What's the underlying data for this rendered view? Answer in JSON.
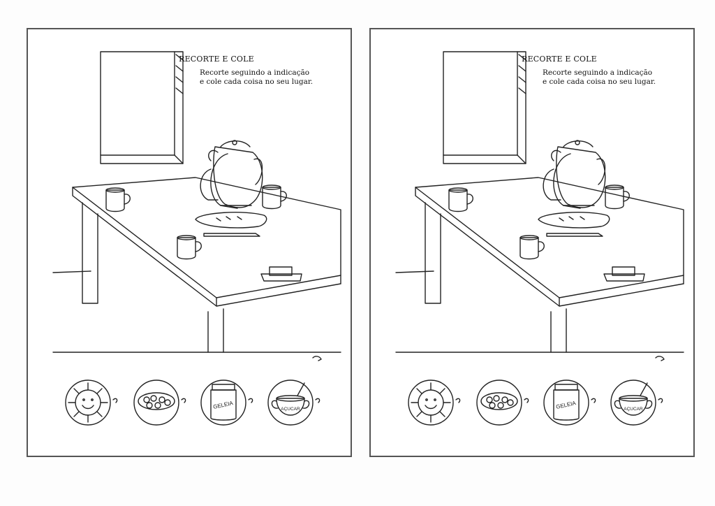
{
  "sheets": [
    {
      "title": "RECORTE E COLE",
      "instruction_line1": "Recorte seguindo a indicação",
      "instruction_line2": "e cole cada coisa no seu lugar.",
      "cutouts": [
        {
          "name": "sun-plate",
          "label": ""
        },
        {
          "name": "cereal-bowl",
          "label": ""
        },
        {
          "name": "jam-jar",
          "label": "GELEIA"
        },
        {
          "name": "sugar-bowl",
          "label": "AÇUCAR"
        }
      ]
    },
    {
      "title": "RECORTE E COLE",
      "instruction_line1": "Recorte seguindo a indicação",
      "instruction_line2": "e cole cada coisa no seu lugar.",
      "cutouts": [
        {
          "name": "sun-plate",
          "label": ""
        },
        {
          "name": "cereal-bowl",
          "label": ""
        },
        {
          "name": "jam-jar",
          "label": "GELEIA"
        },
        {
          "name": "sugar-bowl",
          "label": "AÇUCAR"
        }
      ]
    }
  ]
}
